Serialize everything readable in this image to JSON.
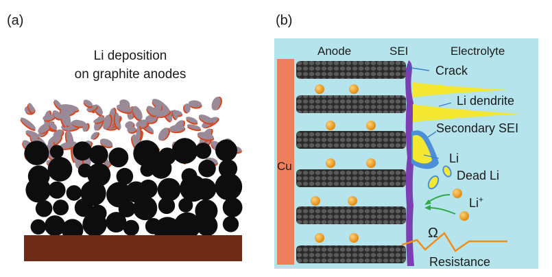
{
  "panel_a": {
    "tag": "(a)",
    "title_line1": "Li deposition",
    "title_line2": "on graphite anodes"
  },
  "panel_b": {
    "tag": "(b)",
    "header_anode": "Anode",
    "header_sei": "SEI",
    "header_electrolyte": "Electrolyte",
    "cu_label": "Cu",
    "crack_label": "Crack",
    "dendrite_label": "Li dendrite",
    "secondary_sei_label": "Secondary SEI",
    "li_label": "Li",
    "dead_li_label": "Dead Li",
    "li_ion_label": "Li",
    "li_ion_charge": "+",
    "omega_label": "Ω",
    "resistance_label": "Resistance"
  },
  "colors": {
    "electrolyte": "#b5e4ec",
    "copper": "#ef7f5a",
    "sei": "#7a3fb0",
    "lithium": "#f4e832",
    "secondary_sei": "#4d8fd6",
    "leader": "#3b7fd0",
    "ion_arrow": "#2fa84a",
    "li_ball": "#f0a020",
    "graphite": "#444444",
    "resistance": "#f08c18",
    "substrate": "#6e2a14",
    "particle": "#0d0d0d",
    "flake": "#9a8a98",
    "flake_edge": "#d8461e"
  }
}
